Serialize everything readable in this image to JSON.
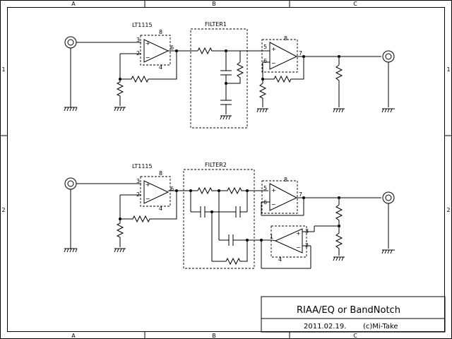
{
  "sheet": {
    "columns": [
      "A",
      "B",
      "C"
    ],
    "rows": [
      "1",
      "2"
    ]
  },
  "circuit1": {
    "opamp1_label": "LT1115",
    "opamp1_pins": [
      "3",
      "2",
      "6",
      "+",
      "−",
      "8",
      "4"
    ],
    "filter_label": "FILTER1",
    "opamp2_pins": [
      "5",
      "6",
      "7",
      "+",
      "−",
      "8"
    ]
  },
  "circuit2": {
    "opamp1_label": "LT1115",
    "opamp1_pins": [
      "3",
      "2",
      "6",
      "+",
      "−",
      "8",
      "4"
    ],
    "filter_label": "FILTER2",
    "opamp2_pins": [
      "5",
      "6",
      "7",
      "+",
      "−",
      "8"
    ],
    "opamp3_pins": [
      "3",
      "2",
      "1",
      "+",
      "−",
      "4"
    ]
  },
  "title_block": {
    "title": "RIAA/EQ or BandNotch",
    "date": "2011.02.19.",
    "author": "(c)Mi-Take"
  }
}
